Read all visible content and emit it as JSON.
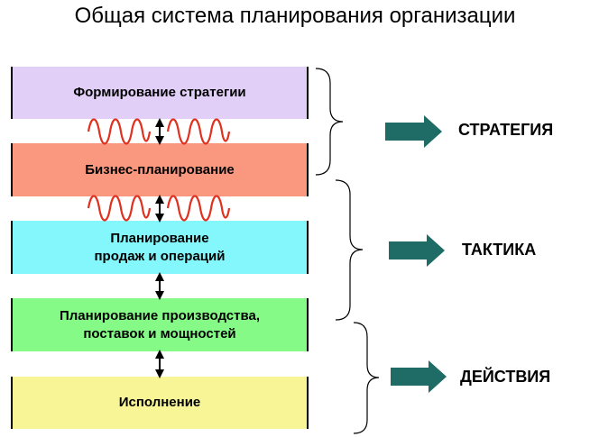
{
  "title": "Общая система планирования организации",
  "blocks": [
    {
      "label": "Формирование стратегии",
      "color": "#e1cff8"
    },
    {
      "label": "Бизнес-планирование",
      "color": "#f9987f"
    },
    {
      "label": "Планирование\nпродаж и операций",
      "color": "#84f7fc"
    },
    {
      "label": "Планирование производства,\nпоставок и мощностей",
      "color": "#86fa86"
    },
    {
      "label": "Исполнение",
      "color": "#f8f596"
    }
  ],
  "categories": [
    {
      "label": "СТРАТЕГИЯ",
      "arrow_color": "#1f6b66"
    },
    {
      "label": "ТАКТИКА",
      "arrow_color": "#1f6b66"
    },
    {
      "label": "ДЕЙСТВИЯ",
      "arrow_color": "#1f6b66"
    }
  ],
  "colors": {
    "wave": "#e0301e",
    "connector": "#000000"
  }
}
